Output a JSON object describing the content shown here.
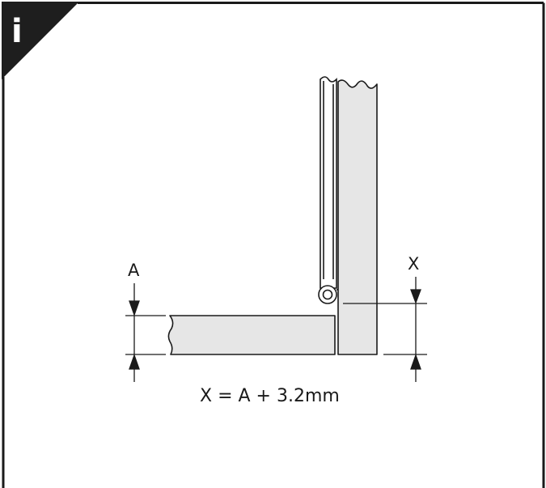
{
  "info_badge": {
    "glyph": "i",
    "icon": "info-icon",
    "color": "#1e1e1e"
  },
  "diagram": {
    "label_a": "A",
    "label_x": "X",
    "formula": "X = A + 3.2mm",
    "panel_fill": "#e6e6e6",
    "line_color": "#1a1a1a"
  }
}
